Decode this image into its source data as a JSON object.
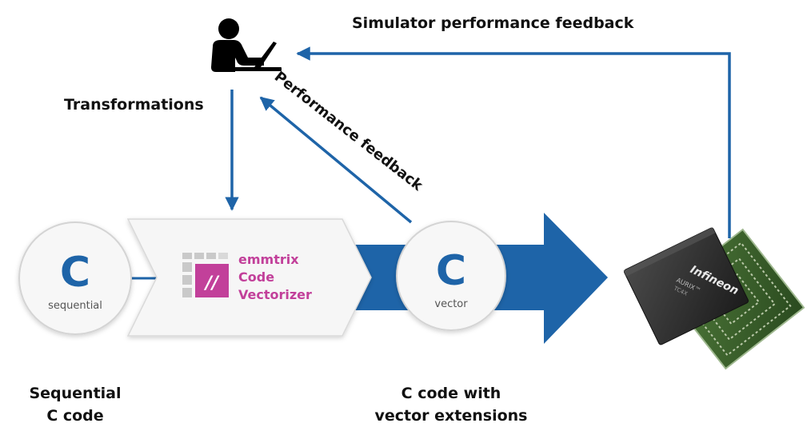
{
  "labels": {
    "simulator_feedback": "Simulator performance feedback",
    "transformations": "Transformations",
    "performance_feedback": "Performance feedback",
    "sequential_line1": "Sequential",
    "sequential_line2": "C code",
    "vector_line1": "C code with",
    "vector_line2": "vector extensions"
  },
  "sequential_node": {
    "letter": "C",
    "caption": "sequential"
  },
  "vector_node": {
    "letter": "C",
    "caption": "vector"
  },
  "tool": {
    "name_line1": "emmtrix",
    "name_line2": "Code",
    "name_line3": "Vectorizer",
    "icon_text": "//"
  },
  "chip": {
    "brand": "Infineon",
    "product": "AURIX™",
    "model": "TC4X"
  },
  "colors": {
    "blue": "#1e64a8",
    "dark_blue": "#1a4f8a",
    "magenta": "#c2409a",
    "circle_fill": "#f7f7f7",
    "circle_stroke": "#d4d4d4",
    "caption": "#555555",
    "text": "#111111",
    "chip": "#2a2a2a",
    "board": "#3a5f2a"
  }
}
